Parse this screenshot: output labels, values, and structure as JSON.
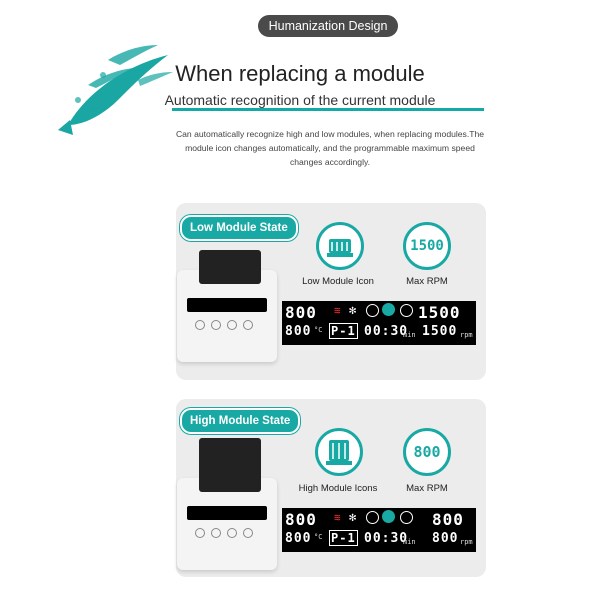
{
  "header": {
    "badge": "Humanization Design",
    "title": "When replacing a module",
    "subtitle": "Automatic recognition of the current module",
    "description": "Can automatically recognize high and low modules, when replacing modules.The module icon changes automatically, and the programmable maximum speed changes accordingly."
  },
  "low": {
    "state_label": "Low Module State",
    "icon_label": "Low Module Icon",
    "rpm_label": "Max RPM",
    "rpm_badge": "1500",
    "display": {
      "temp_set": "800",
      "rpm_set": "1500",
      "temp_act": "800",
      "program": "P-1",
      "time": "00:30",
      "rpm_act": "1500"
    }
  },
  "high": {
    "state_label": "High Module State",
    "icon_label": "High Module Icons",
    "rpm_label": "Max RPM",
    "rpm_badge": "800",
    "display": {
      "temp_set": "800",
      "rpm_set": "800",
      "temp_act": "800",
      "program": "P-1",
      "time": "00:30",
      "rpm_act": "800"
    }
  },
  "units": {
    "celsius": "°C",
    "min": "min",
    "rpm": "rpm"
  },
  "colors": {
    "accent": "#19a9a4",
    "card": "#ececec",
    "lcd": "#000000"
  },
  "icons": [
    "fish-logo",
    "heater-icon",
    "snowflake-icon",
    "timer-icon",
    "module-icon"
  ]
}
